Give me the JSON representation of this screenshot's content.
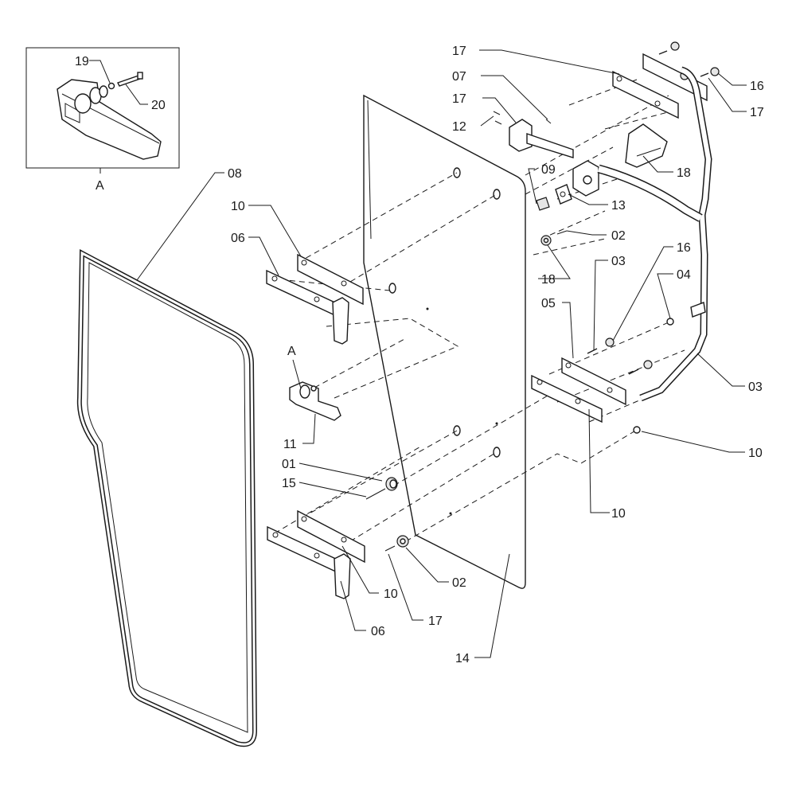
{
  "diagram": {
    "detail_view_label": "A",
    "detail_callout_label": "A",
    "callouts": [
      {
        "id": "c19",
        "text": "19"
      },
      {
        "id": "c20",
        "text": "20"
      },
      {
        "id": "c08",
        "text": "08"
      },
      {
        "id": "c10a",
        "text": "10"
      },
      {
        "id": "c06a",
        "text": "06"
      },
      {
        "id": "c11",
        "text": "11"
      },
      {
        "id": "c01",
        "text": "01"
      },
      {
        "id": "c15",
        "text": "15"
      },
      {
        "id": "c10b",
        "text": "10"
      },
      {
        "id": "c06b",
        "text": "06"
      },
      {
        "id": "c17a",
        "text": "17"
      },
      {
        "id": "c02a",
        "text": "02"
      },
      {
        "id": "c14",
        "text": "14"
      },
      {
        "id": "c10c",
        "text": "10"
      },
      {
        "id": "c17b",
        "text": "17"
      },
      {
        "id": "c07",
        "text": "07"
      },
      {
        "id": "c17c",
        "text": "17"
      },
      {
        "id": "c12",
        "text": "12"
      },
      {
        "id": "c09",
        "text": "09"
      },
      {
        "id": "c13",
        "text": "13"
      },
      {
        "id": "c18a",
        "text": "18"
      },
      {
        "id": "c16a",
        "text": "16"
      },
      {
        "id": "c17d",
        "text": "17"
      },
      {
        "id": "c02b",
        "text": "02"
      },
      {
        "id": "c18b",
        "text": "18"
      },
      {
        "id": "c16b",
        "text": "16"
      },
      {
        "id": "c03a",
        "text": "03"
      },
      {
        "id": "c04",
        "text": "04"
      },
      {
        "id": "c05",
        "text": "05"
      },
      {
        "id": "c03b",
        "text": "03"
      },
      {
        "id": "c10d",
        "text": "10"
      }
    ]
  }
}
